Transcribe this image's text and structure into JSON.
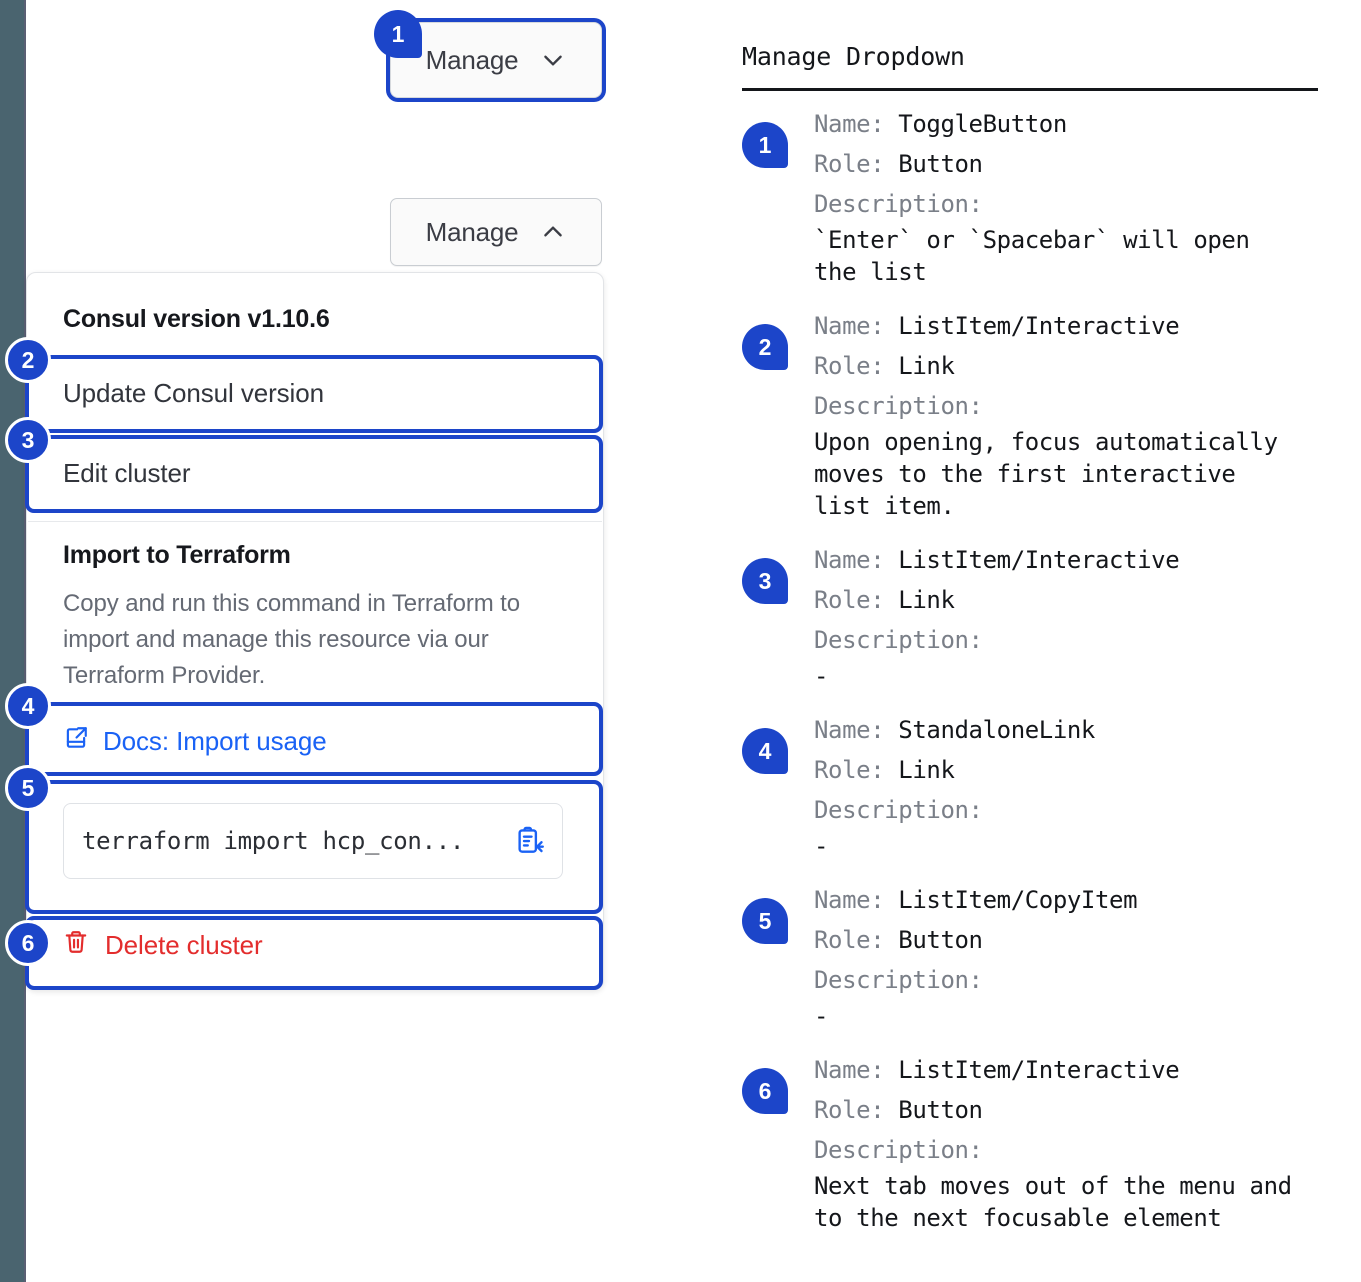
{
  "colors": {
    "accent_blue": "#1c45c9",
    "link_blue": "#1a62f5",
    "danger_red": "#e32d2d",
    "rail_slate": "#4a646f",
    "muted_gray": "#656a74"
  },
  "left": {
    "toggle_closed": {
      "label": "Manage",
      "icon": "chevron-down-icon"
    },
    "toggle_open": {
      "label": "Manage",
      "icon": "chevron-up-icon"
    },
    "dropdown": {
      "version_header": "Consul version v1.10.6",
      "items": [
        {
          "label": "Update Consul version"
        },
        {
          "label": "Edit cluster"
        }
      ],
      "section_title": "Import to Terraform",
      "section_body": "Copy and run this command in Terraform to import and manage this resource via our Terraform Provider.",
      "docs_link": {
        "label": "Docs: Import usage",
        "icon": "external-link-icon"
      },
      "command": {
        "value": "terraform import hcp_con...",
        "copy_icon": "clipboard-copy-icon"
      },
      "delete": {
        "label": "Delete cluster",
        "icon": "trash-icon"
      }
    },
    "markers": [
      "1",
      "2",
      "3",
      "4",
      "5",
      "6"
    ]
  },
  "legend": {
    "title": "Manage Dropdown",
    "labels": {
      "name": "Name:",
      "role": "Role:",
      "description": "Description:"
    },
    "items": [
      {
        "marker": "1",
        "name": "ToggleButton",
        "role": "Button",
        "description": "`Enter` or `Spacebar` will open\nthe list"
      },
      {
        "marker": "2",
        "name": "ListItem/Interactive",
        "role": "Link",
        "description": "Upon opening, focus automatically\nmoves to the first interactive\nlist item."
      },
      {
        "marker": "3",
        "name": "ListItem/Interactive",
        "role": "Link",
        "description": "-"
      },
      {
        "marker": "4",
        "name": "StandaloneLink",
        "role": "Link",
        "description": "-"
      },
      {
        "marker": "5",
        "name": "ListItem/CopyItem",
        "role": "Button",
        "description": "-"
      },
      {
        "marker": "6",
        "name": "ListItem/Interactive",
        "role": "Button",
        "description": "Next tab moves out of the menu and\nto the next focusable element"
      }
    ]
  }
}
